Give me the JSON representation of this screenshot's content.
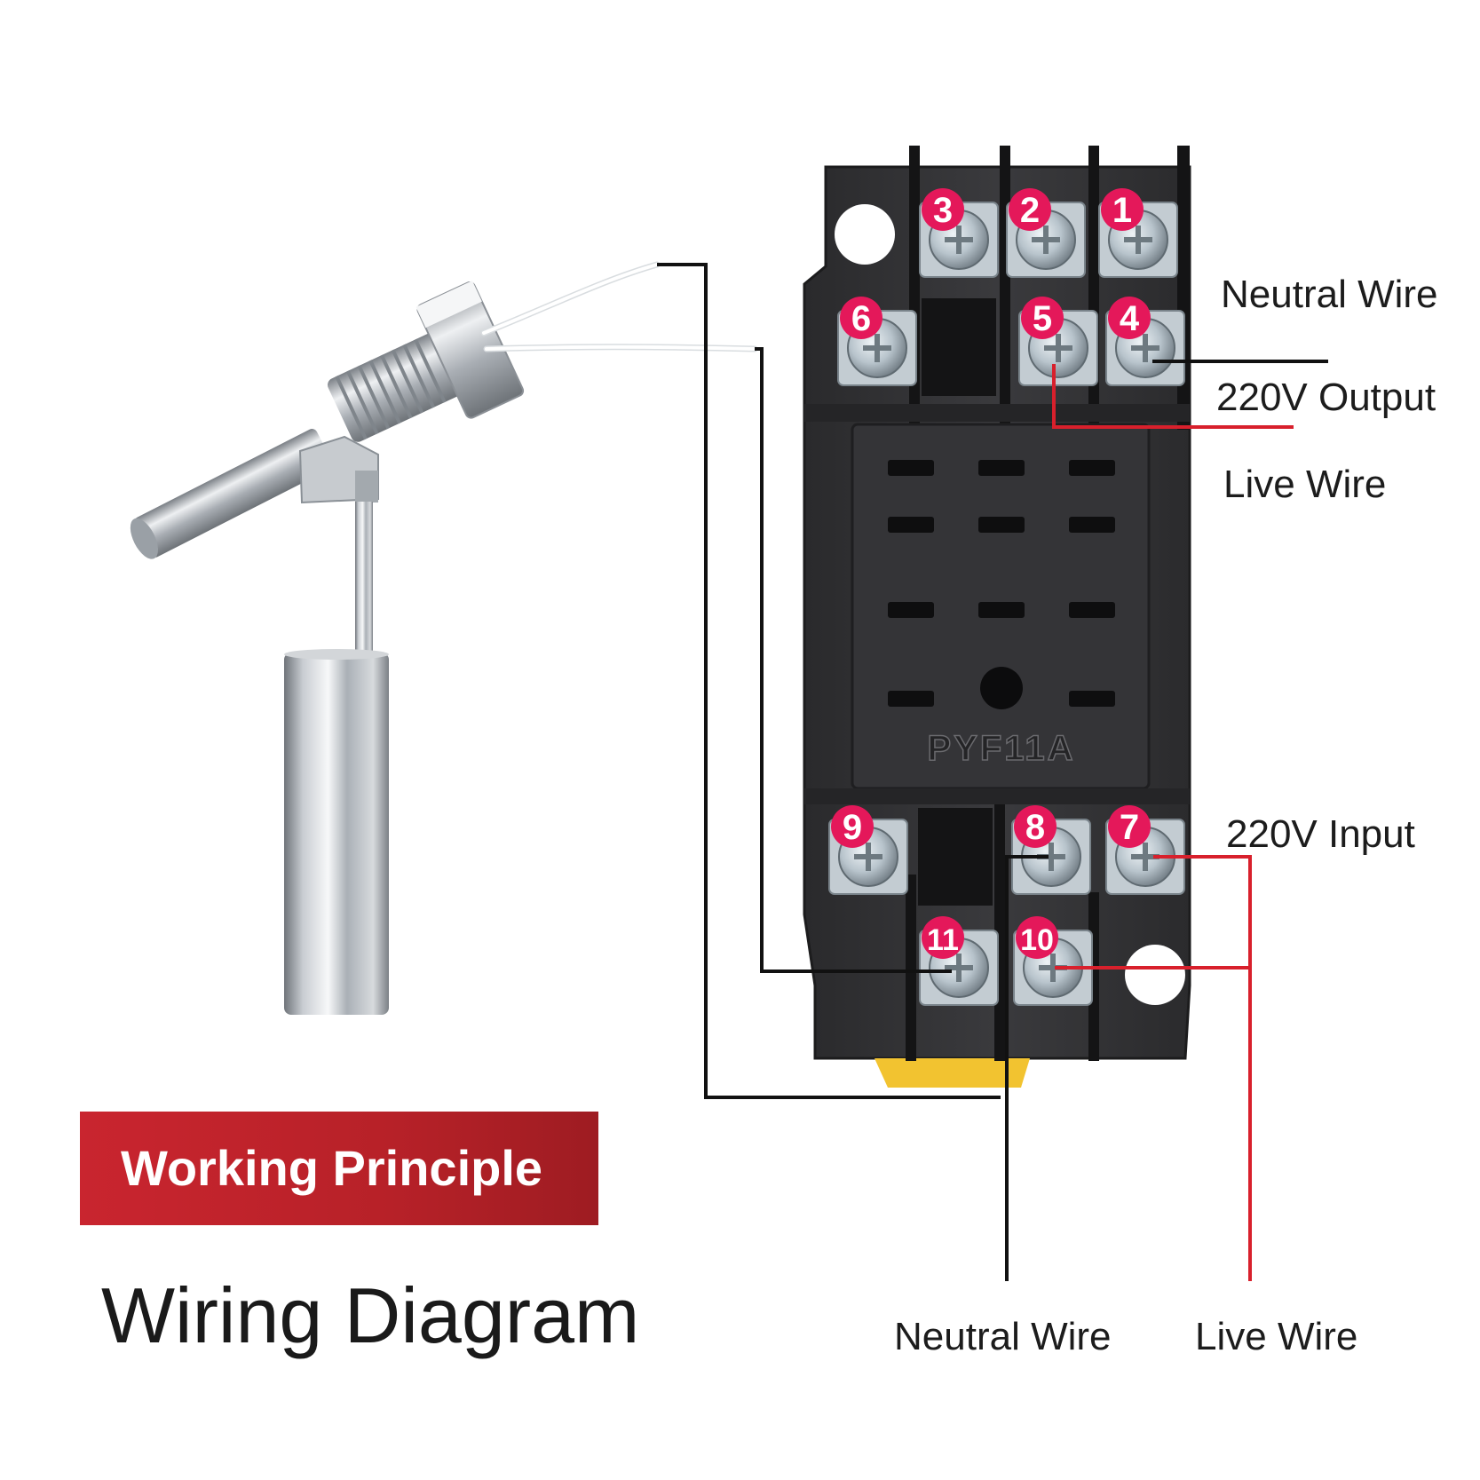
{
  "banner": {
    "label": "Working Principle",
    "color": "#c9252f"
  },
  "title": "Wiring Diagram",
  "socket": {
    "model": "PYF11A"
  },
  "labels": {
    "neutral_top": "Neutral Wire",
    "output": "220V Output",
    "live_top": "Live Wire",
    "input": "220V Input",
    "neutral_bottom": "Neutral Wire",
    "live_bottom": "Live Wire"
  },
  "terminals": [
    "1",
    "2",
    "3",
    "4",
    "5",
    "6",
    "7",
    "8",
    "9",
    "10",
    "11"
  ],
  "colors": {
    "live": "#d8202c",
    "neutral": "#111111",
    "badge": "#e4185a",
    "socket": "#2e2e30"
  }
}
